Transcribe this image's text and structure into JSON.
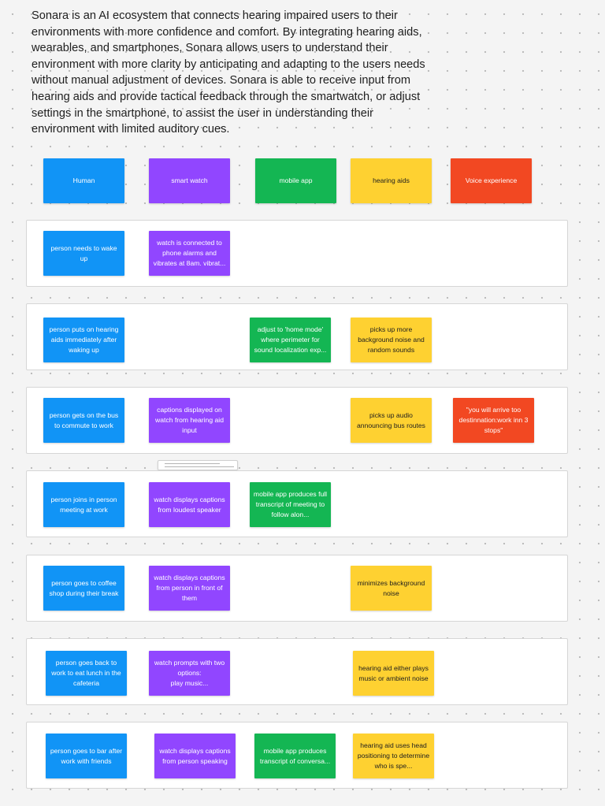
{
  "intro_text": "Sonara is an AI ecosystem that connects hearing impaired users to their environments with more confidence and comfort. By integrating hearing aids, wearables, and smartphones, Sonara allows users to understand their environment with more clarity by anticipating and adapting to the users needs without manual adjustment of devices. Sonara is able to receive input from hearing aids and provide tactical feedback through the smartwatch, or adjust settings in the smartphone, to assist the user in understanding their environment with limited auditory cues.",
  "colors": {
    "blue": "#1194f6",
    "purple": "#9146ff",
    "green": "#14b653",
    "yellow": "#fed131",
    "red": "#f24822"
  },
  "headers": [
    {
      "label": "Human",
      "color": "blue"
    },
    {
      "label": "smart watch",
      "color": "purple"
    },
    {
      "label": "mobile app",
      "color": "green"
    },
    {
      "label": "hearing aids",
      "color": "yellow"
    },
    {
      "label": "Voice experience",
      "color": "red"
    }
  ],
  "rows": [
    {
      "human": "person needs to wake up",
      "smart_watch": "watch is connected to phone alarms and vibrates at 8am. vibrat...",
      "mobile_app": "",
      "hearing_aids": "",
      "voice_experience": ""
    },
    {
      "human": "person puts on hearing aids immediately after waking up",
      "smart_watch": "",
      "mobile_app": "adjust to 'home mode' where perimeter  for sound localization exp...",
      "hearing_aids": "picks up more background noise and random sounds",
      "voice_experience": ""
    },
    {
      "human": "person gets on the bus to commute to work",
      "smart_watch": "captions displayed on watch from hearing aid input",
      "mobile_app": "",
      "hearing_aids": "picks up audio announcing bus routes",
      "voice_experience": "\"you will arrive too destinnation:work inn 3 stops\""
    },
    {
      "human": "person joins in person meeting at work",
      "smart_watch": "watch displays captions from loudest speaker",
      "mobile_app": "mobile app produces full transcript of meeting to follow alon...",
      "hearing_aids": "",
      "voice_experience": ""
    },
    {
      "human": "person goes to coffee shop during their break",
      "smart_watch": "watch displays captions from person in front of them",
      "mobile_app": "",
      "hearing_aids": "minimizes   background noise",
      "voice_experience": ""
    },
    {
      "human": "person goes back to work to eat lunch in the cafeteria",
      "smart_watch": "watch prompts with two options:\nplay music...",
      "mobile_app": "",
      "hearing_aids": "hearing aid either plays music or ambient noise",
      "voice_experience": ""
    },
    {
      "human": "person goes to bar after work with friends",
      "smart_watch": "watch displays captions from person speaking",
      "mobile_app": "mobile app produces transcript of conversa...",
      "hearing_aids": "hearing aid uses head positioning to determine who is spe...",
      "voice_experience": ""
    }
  ]
}
